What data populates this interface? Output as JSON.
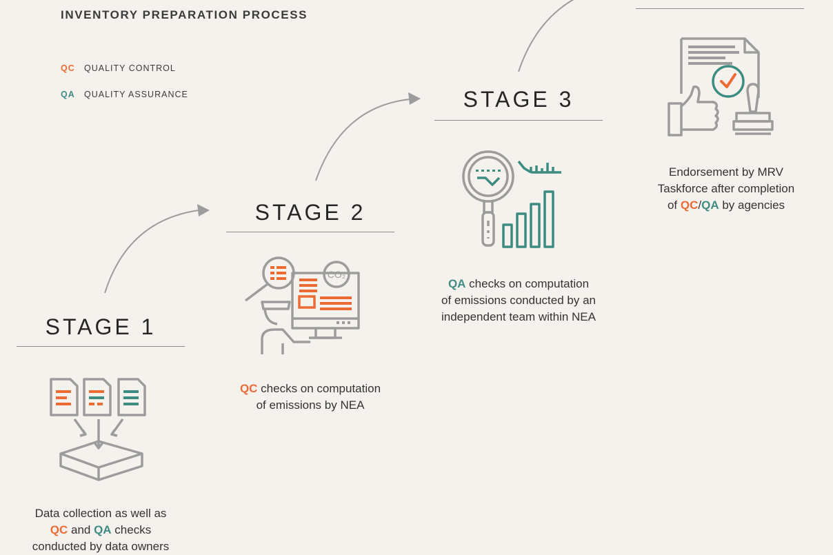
{
  "title": "INVENTORY PREPARATION PROCESS",
  "legend": [
    {
      "abbr": "QC",
      "label": "QUALITY CONTROL",
      "color": "#ec6b35"
    },
    {
      "abbr": "QA",
      "label": "QUALITY ASSURANCE",
      "color": "#3d8c82"
    }
  ],
  "colors": {
    "qc": "#ec6b35",
    "qa": "#3d8c82",
    "icon_gray": "#9c9c9c",
    "background": "#f5f2ee"
  },
  "stages": [
    {
      "title": "STAGE 1",
      "icon": "document-collection-icon",
      "desc": {
        "l1": "Data collection as well as",
        "qc": "QC",
        "and": " and ",
        "qa": "QA",
        "l2_end": " checks",
        "l3": "conducted by data owners"
      }
    },
    {
      "title": "STAGE 2",
      "icon": "computer-analyst-co2-icon",
      "desc": {
        "qc": "QC",
        "l1_end": " checks on computation",
        "l2": "of emissions by NEA"
      }
    },
    {
      "title": "STAGE 3",
      "icon": "magnifier-bar-chart-icon",
      "desc": {
        "qa": "QA",
        "l1_end": " checks on computation",
        "l2": "of emissions conducted by an",
        "l3": "independent team within NEA"
      }
    },
    {
      "title": "",
      "icon": "endorsement-document-stamp-icon",
      "desc": {
        "l1": "Endorsement by MRV",
        "l2": "Taskforce after completion",
        "l3_start": "of ",
        "qc": "QC",
        "slash": "/",
        "qa": "QA",
        "l3_end": " by agencies"
      }
    }
  ],
  "co2_label": "CO₂"
}
